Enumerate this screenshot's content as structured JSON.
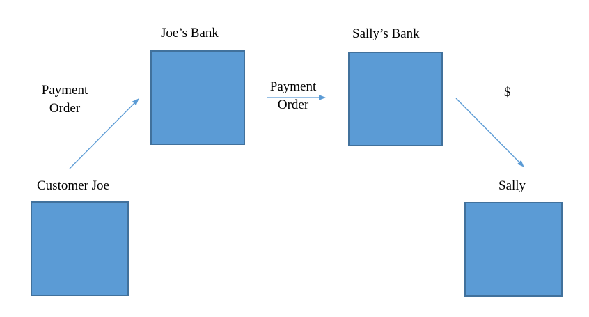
{
  "nodes": {
    "customer_joe": {
      "label": "Customer Joe"
    },
    "joes_bank": {
      "label": "Joe’s Bank"
    },
    "sallys_bank": {
      "label": "Sally’s Bank"
    },
    "sally": {
      "label": "Sally"
    }
  },
  "edges": {
    "joe_to_bank": {
      "line1": "Payment",
      "line2": "Order"
    },
    "bank_to_bank": {
      "line1": "Payment",
      "line2": "Order"
    },
    "bank_to_sally": {
      "label": "$"
    }
  },
  "colors": {
    "box_fill": "#5b9bd5",
    "box_border": "#41719c",
    "arrow": "#5b9bd5"
  }
}
